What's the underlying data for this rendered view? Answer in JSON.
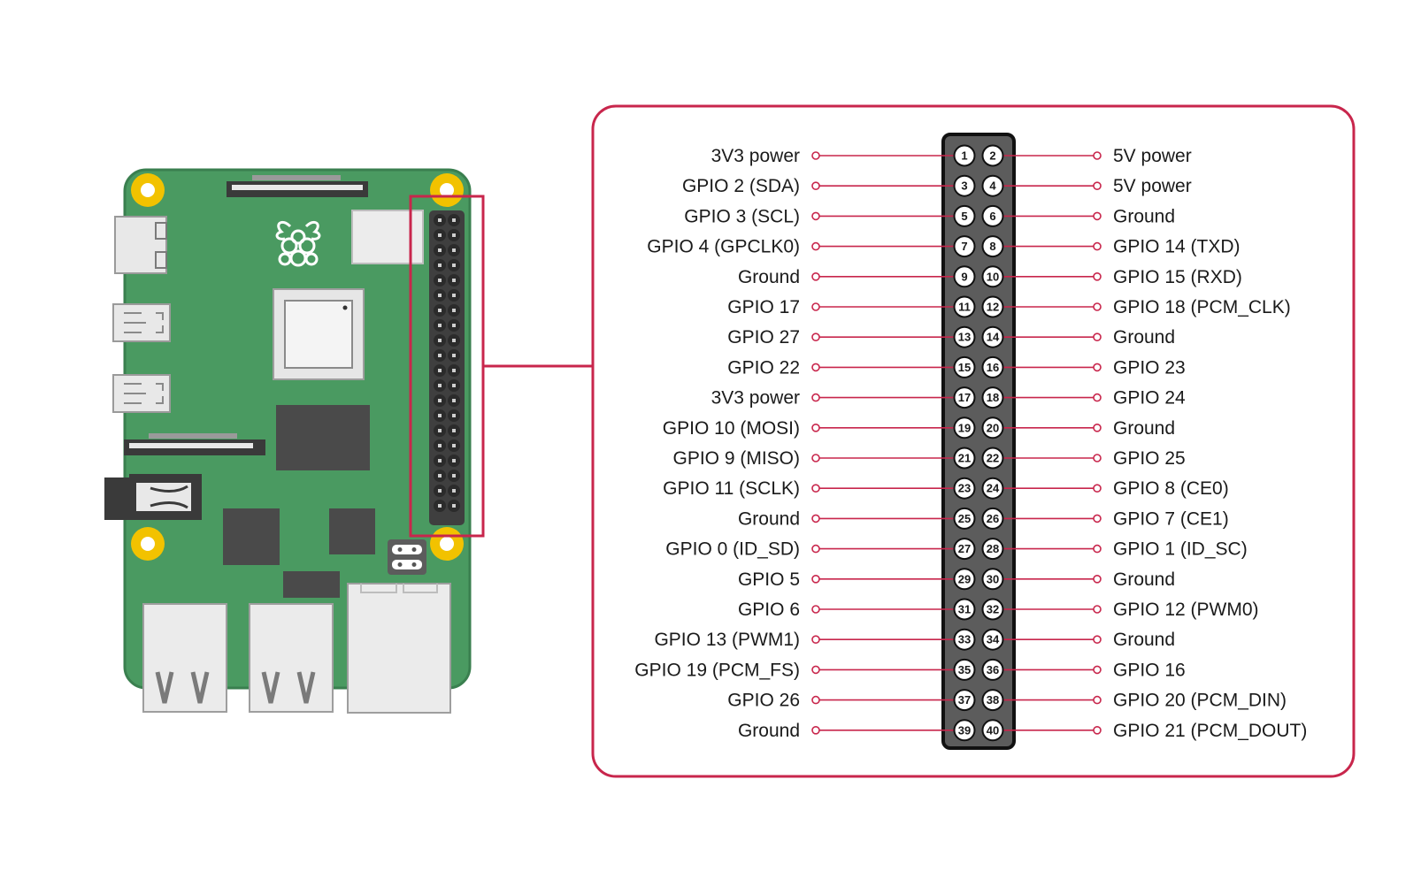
{
  "colors": {
    "accent": "#c8264c",
    "board": "#4a9a61",
    "board_edge": "#3a7f4f",
    "mount_hole": "#f2c200",
    "header_body": "#5c5c5c",
    "chip": "#4a4a4a",
    "port_metal": "#e8e8e8"
  },
  "board": {
    "logo_icon": "raspberry-logo-icon"
  },
  "pinout": {
    "pins": [
      {
        "num": "1",
        "label": "3V3 power"
      },
      {
        "num": "2",
        "label": "5V power"
      },
      {
        "num": "3",
        "label": "GPIO 2 (SDA)"
      },
      {
        "num": "4",
        "label": "5V power"
      },
      {
        "num": "5",
        "label": "GPIO 3 (SCL)"
      },
      {
        "num": "6",
        "label": "Ground"
      },
      {
        "num": "7",
        "label": "GPIO 4 (GPCLK0)"
      },
      {
        "num": "8",
        "label": "GPIO 14 (TXD)"
      },
      {
        "num": "9",
        "label": "Ground"
      },
      {
        "num": "10",
        "label": "GPIO 15 (RXD)"
      },
      {
        "num": "11",
        "label": "GPIO 17"
      },
      {
        "num": "12",
        "label": "GPIO 18 (PCM_CLK)"
      },
      {
        "num": "13",
        "label": "GPIO 27"
      },
      {
        "num": "14",
        "label": "Ground"
      },
      {
        "num": "15",
        "label": "GPIO 22"
      },
      {
        "num": "16",
        "label": "GPIO 23"
      },
      {
        "num": "17",
        "label": "3V3 power"
      },
      {
        "num": "18",
        "label": "GPIO 24"
      },
      {
        "num": "19",
        "label": "GPIO 10 (MOSI)"
      },
      {
        "num": "20",
        "label": "Ground"
      },
      {
        "num": "21",
        "label": "GPIO 9 (MISO)"
      },
      {
        "num": "22",
        "label": "GPIO 25"
      },
      {
        "num": "23",
        "label": "GPIO 11 (SCLK)"
      },
      {
        "num": "24",
        "label": "GPIO 8 (CE0)"
      },
      {
        "num": "25",
        "label": "Ground"
      },
      {
        "num": "26",
        "label": "GPIO 7 (CE1)"
      },
      {
        "num": "27",
        "label": "GPIO 0 (ID_SD)"
      },
      {
        "num": "28",
        "label": "GPIO 1 (ID_SC)"
      },
      {
        "num": "29",
        "label": "GPIO 5"
      },
      {
        "num": "30",
        "label": "Ground"
      },
      {
        "num": "31",
        "label": "GPIO 6"
      },
      {
        "num": "32",
        "label": "GPIO 12 (PWM0)"
      },
      {
        "num": "33",
        "label": "GPIO 13 (PWM1)"
      },
      {
        "num": "34",
        "label": "Ground"
      },
      {
        "num": "35",
        "label": "GPIO 19 (PCM_FS)"
      },
      {
        "num": "36",
        "label": "GPIO 16"
      },
      {
        "num": "37",
        "label": "GPIO 26"
      },
      {
        "num": "38",
        "label": "GPIO 20 (PCM_DIN)"
      },
      {
        "num": "39",
        "label": "Ground"
      },
      {
        "num": "40",
        "label": "GPIO 21 (PCM_DOUT)"
      }
    ]
  }
}
